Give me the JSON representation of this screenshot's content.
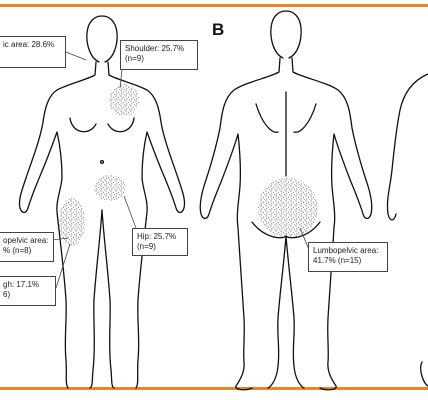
{
  "frame": {
    "accent_color": "#e8862a"
  },
  "panel_a": {
    "callouts": {
      "pelvic": {
        "line1": "ic area: 28.6%",
        "line2": ""
      },
      "shoulder": {
        "line1": "Shoulder: 25.7%",
        "line2": "(n=9)"
      },
      "hip": {
        "line1": "Hip: 25.7%",
        "line2": "(n=9)"
      },
      "lumbopelvic": {
        "line1": "opelvic area:",
        "line2": "% (n=8)"
      },
      "thigh": {
        "line1": "gh: 17.1%",
        "line2": "6)"
      }
    }
  },
  "panel_b": {
    "label": "B",
    "callouts": {
      "lumbopelvic": {
        "line1": "Lumbopelvic area:",
        "line2": "41.7% (n=15)"
      }
    }
  }
}
